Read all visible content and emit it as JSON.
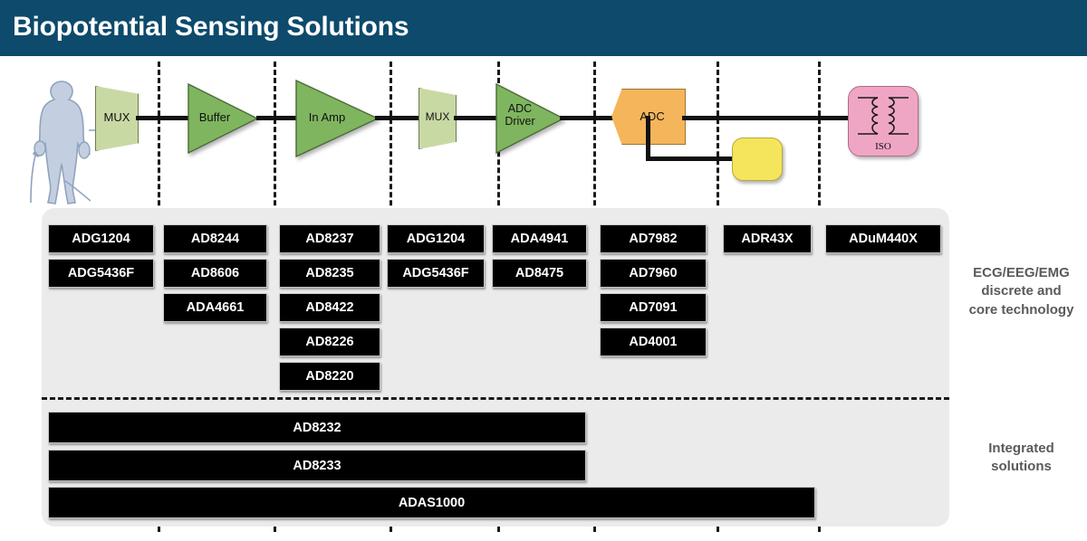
{
  "header": {
    "title": "Biopotential Sensing Solutions"
  },
  "diagram": {
    "human_icon": "human-body-icon",
    "blocks": [
      {
        "id": "mux1",
        "label": "MUX",
        "shape": "trapezoid",
        "color": "#c9d9a4"
      },
      {
        "id": "buffer",
        "label": "Buffer",
        "shape": "triangle",
        "color": "#7fb55f"
      },
      {
        "id": "inamp",
        "label": "In Amp",
        "shape": "triangle",
        "color": "#7fb55f"
      },
      {
        "id": "mux2",
        "label": "MUX",
        "shape": "trapezoid",
        "color": "#c9d9a4"
      },
      {
        "id": "adcdriver",
        "label": "ADC Driver",
        "shape": "triangle",
        "color": "#7fb55f"
      },
      {
        "id": "adc",
        "label": "ADC",
        "shape": "pentagon",
        "color": "#f5b55a"
      },
      {
        "id": "reference",
        "label": "",
        "shape": "rounded",
        "color": "#f5e55c"
      },
      {
        "id": "isolator",
        "label": "ISO",
        "shape": "rounded",
        "color": "#efa6c4"
      }
    ]
  },
  "columns": [
    {
      "name": "mux-input",
      "parts": [
        "ADG1204",
        "ADG5436F"
      ]
    },
    {
      "name": "buffer",
      "parts": [
        "AD8244",
        "AD8606",
        "ADA4661"
      ]
    },
    {
      "name": "in-amp",
      "parts": [
        "AD8237",
        "AD8235",
        "AD8422",
        "AD8226",
        "AD8220"
      ]
    },
    {
      "name": "mux-output",
      "parts": [
        "ADG1204",
        "ADG5436F"
      ]
    },
    {
      "name": "adc-driver",
      "parts": [
        "ADA4941",
        "AD8475"
      ]
    },
    {
      "name": "adc",
      "parts": [
        "AD7982",
        "AD7960",
        "AD7091",
        "AD4001"
      ]
    },
    {
      "name": "reference",
      "parts": [
        "ADR43X"
      ]
    },
    {
      "name": "isolation",
      "parts": [
        "ADuM440X"
      ]
    }
  ],
  "integrated": {
    "bars": [
      {
        "label": "AD8232"
      },
      {
        "label": "AD8233"
      },
      {
        "label": "ADAS1000"
      }
    ]
  },
  "captions": {
    "discrete": "ECG/EEG/EMG\ndiscrete and\ncore technology",
    "discrete_lines": [
      "ECG/EEG/EMG",
      "discrete and",
      "core technology"
    ],
    "integrated_lines": [
      "Integrated",
      "solutions"
    ]
  },
  "colors": {
    "header_bg": "#0d4a6b",
    "panel_bg": "#ebebeb",
    "green": "#7fb55f",
    "light_green": "#c9d9a4",
    "orange": "#f5b55a",
    "yellow": "#f5e55c",
    "pink": "#efa6c4",
    "part_box": "#000000",
    "caption_text": "#5a5a5a"
  }
}
